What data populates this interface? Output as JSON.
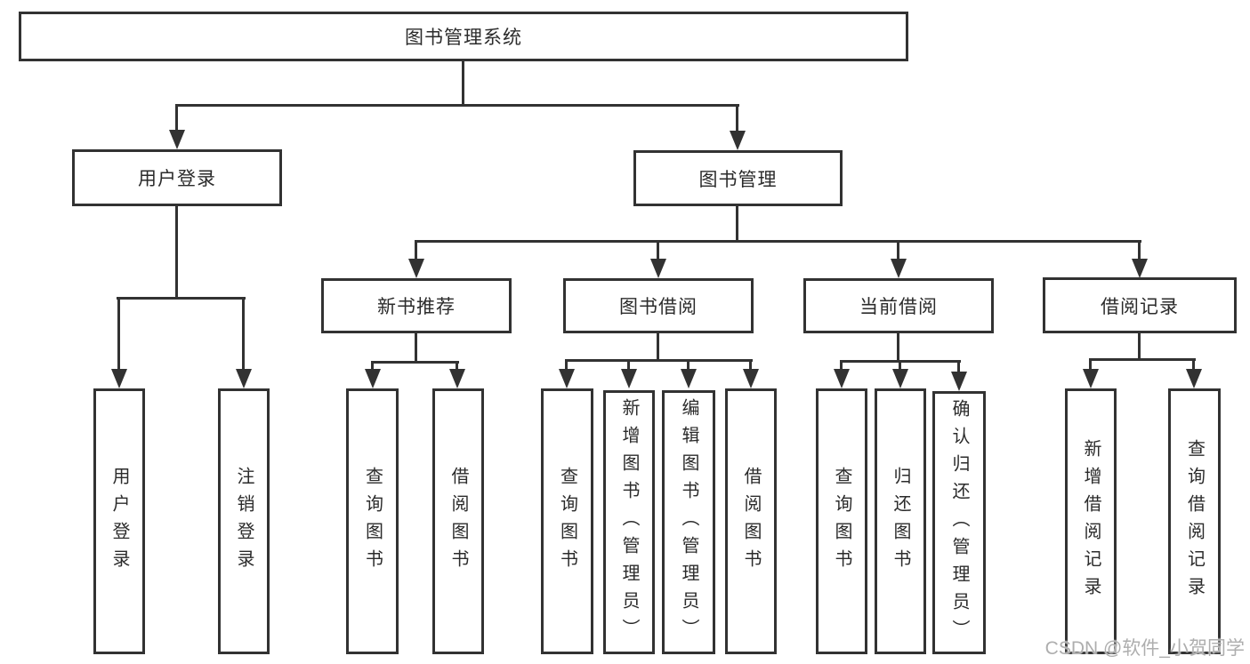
{
  "diagram": {
    "root": {
      "label": "图书管理系统"
    },
    "level2": [
      {
        "label": "用户登录"
      },
      {
        "label": "图书管理"
      }
    ],
    "level3": [
      {
        "label": "新书推荐"
      },
      {
        "label": "图书借阅"
      },
      {
        "label": "当前借阅"
      },
      {
        "label": "借阅记录"
      }
    ],
    "leaves": {
      "user_login": [
        {
          "label": "用户登录"
        },
        {
          "label": "注销登录"
        }
      ],
      "new_book_recommend": [
        {
          "label": "查询图书"
        },
        {
          "label": "借阅图书"
        }
      ],
      "book_borrow": [
        {
          "label": "查询图书"
        },
        {
          "label": "新增图书（管理员）"
        },
        {
          "label": "编辑图书（管理员）"
        },
        {
          "label": "借阅图书"
        }
      ],
      "current_borrow": [
        {
          "label": "查询图书"
        },
        {
          "label": "归还图书"
        },
        {
          "label": "确认归还（管理员）"
        }
      ],
      "borrow_records": [
        {
          "label": "新增借阅记录"
        },
        {
          "label": "查询借阅记录"
        }
      ]
    }
  },
  "watermark": {
    "text": "CSDN @软件_小贺同学"
  },
  "colors": {
    "line": "#323232",
    "text": "#2b2b2b",
    "background": "#ffffff",
    "watermark": "#aeaeae"
  }
}
